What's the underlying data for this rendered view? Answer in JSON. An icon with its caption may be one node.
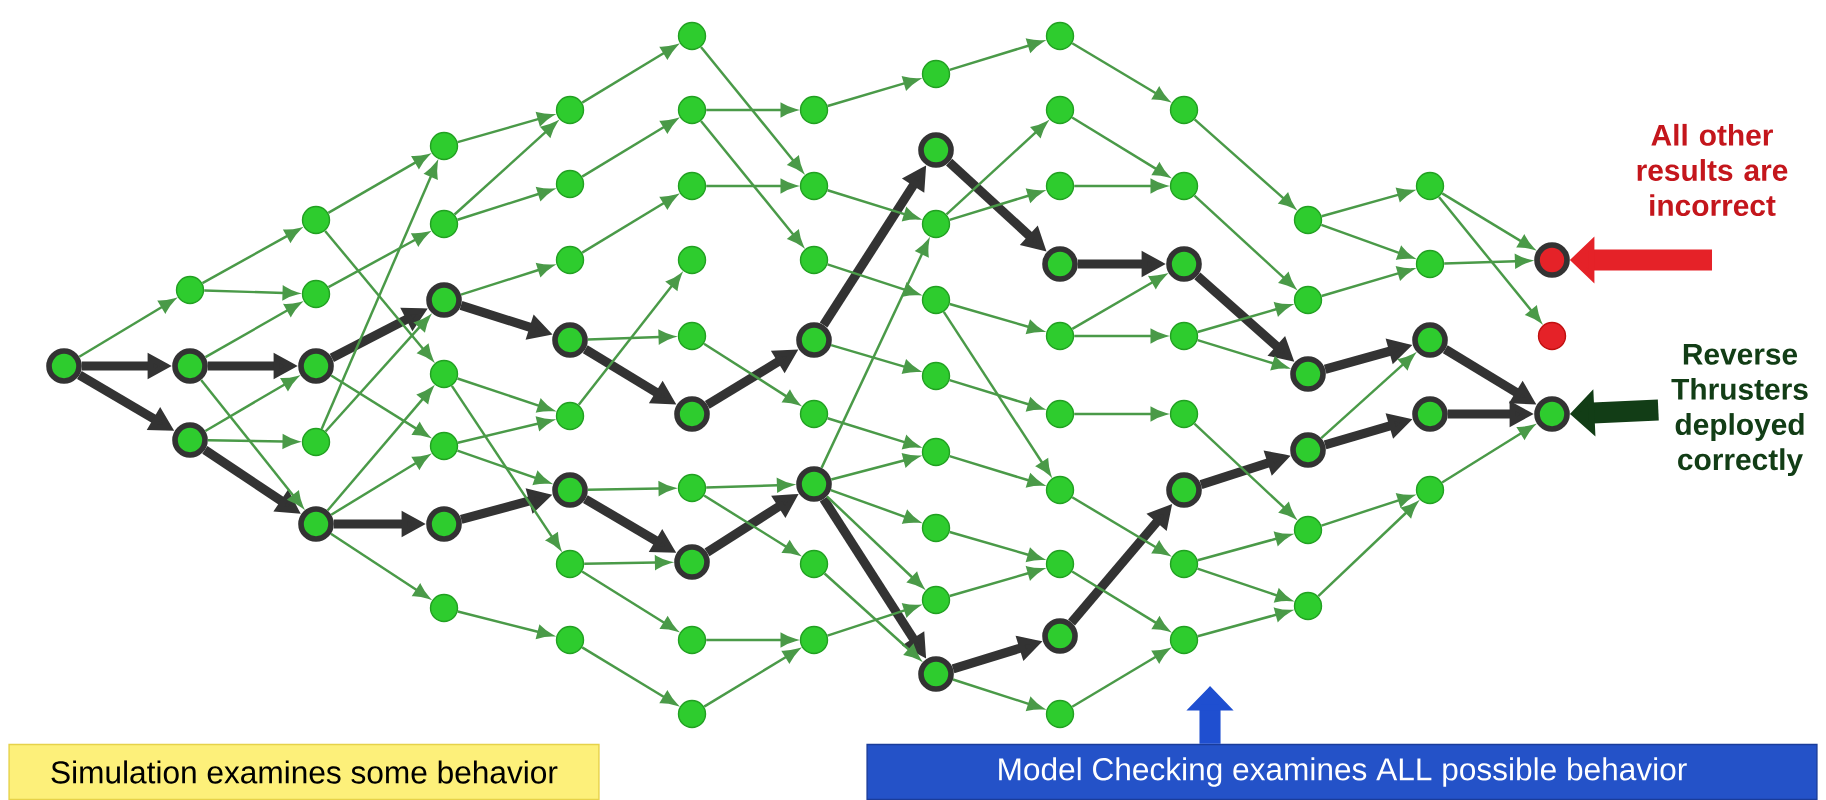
{
  "diagram": {
    "nodes": [
      {
        "text": [],
        "shape": "circle"
      },
      {
        "text": [],
        "shape": "circle"
      },
      {
        "text": [],
        "shape": "circle"
      },
      {
        "text": [],
        "shape": "circle"
      },
      {
        "text": [],
        "shape": "circle"
      },
      {
        "text": [],
        "shape": "circle"
      },
      {
        "text": [],
        "shape": "circle"
      },
      {
        "text": [],
        "shape": "circle"
      },
      {
        "text": [],
        "shape": "circle"
      },
      {
        "text": [],
        "shape": "circle"
      },
      {
        "text": [],
        "shape": "circle"
      },
      {
        "text": [],
        "shape": "circle"
      },
      {
        "text": [],
        "shape": "circle"
      },
      {
        "text": [],
        "shape": "circle"
      },
      {
        "text": [],
        "shape": "circle"
      },
      {
        "text": [],
        "shape": "circle"
      },
      {
        "text": [],
        "shape": "circle"
      },
      {
        "text": [],
        "shape": "circle"
      },
      {
        "text": [],
        "shape": "circle"
      },
      {
        "text": [],
        "shape": "circle"
      },
      {
        "text": [],
        "shape": "circle"
      },
      {
        "text": [],
        "shape": "circle"
      },
      {
        "text": [],
        "shape": "circle"
      },
      {
        "text": [],
        "shape": "circle"
      },
      {
        "text": [],
        "shape": "circle"
      },
      {
        "text": [],
        "shape": "circle"
      },
      {
        "text": [],
        "shape": "circle"
      },
      {
        "text": [],
        "shape": "circle"
      },
      {
        "text": [],
        "shape": "circle"
      },
      {
        "text": [],
        "shape": "circle"
      },
      {
        "text": [],
        "shape": "circle"
      },
      {
        "text": [],
        "shape": "circle"
      },
      {
        "text": [],
        "shape": "circle"
      },
      {
        "text": [],
        "shape": "circle"
      },
      {
        "text": [],
        "shape": "circle"
      },
      {
        "text": [],
        "shape": "circle"
      },
      {
        "text": [],
        "shape": "circle"
      },
      {
        "text": [],
        "shape": "circle"
      },
      {
        "text": [],
        "shape": "circle"
      },
      {
        "text": [],
        "shape": "circle"
      },
      {
        "text": [],
        "shape": "circle"
      },
      {
        "text": [],
        "shape": "circle"
      },
      {
        "text": [],
        "shape": "circle"
      },
      {
        "text": [],
        "shape": "circle"
      },
      {
        "text": [],
        "shape": "circle"
      },
      {
        "text": [],
        "shape": "circle"
      },
      {
        "text": [],
        "shape": "circle"
      },
      {
        "text": [],
        "shape": "circle"
      },
      {
        "text": [],
        "shape": "circle"
      },
      {
        "text": [],
        "shape": "circle"
      },
      {
        "text": [],
        "shape": "circle"
      },
      {
        "text": [],
        "shape": "circle"
      },
      {
        "text": [],
        "shape": "circle"
      },
      {
        "text": [],
        "shape": "circle"
      },
      {
        "text": [],
        "shape": "circle"
      },
      {
        "text": [],
        "shape": "circle"
      },
      {
        "text": [],
        "shape": "circle"
      },
      {
        "text": [],
        "shape": "circle"
      },
      {
        "text": [],
        "shape": "circle"
      },
      {
        "text": [],
        "shape": "circle"
      },
      {
        "text": [],
        "shape": "circle"
      },
      {
        "text": [],
        "shape": "circle"
      },
      {
        "text": [],
        "shape": "circle"
      },
      {
        "text": [],
        "shape": "circle"
      },
      {
        "text": [],
        "shape": "circle"
      },
      {
        "text": [],
        "shape": "circle"
      },
      {
        "text": [],
        "shape": "circle"
      },
      {
        "text": [],
        "shape": "circle"
      },
      {
        "text": [],
        "shape": "circle"
      },
      {
        "text": [],
        "shape": "circle"
      },
      {
        "text": [],
        "shape": "circle"
      },
      {
        "text": [],
        "shape": "circle"
      },
      {
        "text": [],
        "shape": "circle"
      },
      {
        "text": [],
        "shape": "circle"
      },
      {
        "text": [],
        "shape": "circle"
      },
      {
        "text": [],
        "shape": "circle"
      },
      {
        "text": [],
        "shape": "circle"
      },
      {
        "text": [],
        "shape": "circle"
      },
      {
        "text": [],
        "shape": "circle"
      },
      {
        "text": [],
        "shape": "circle"
      },
      {
        "text": [],
        "shape": "circle"
      },
      {
        "text": [],
        "shape": "circle"
      },
      {
        "text": [],
        "shape": "circle"
      },
      {
        "text": [
          "All other results are incorrect"
        ]
      },
      {
        "text": [
          "Reverse Thrusters deployed correctly"
        ]
      },
      {
        "text": [
          "Simulation examines some behavior"
        ]
      },
      {
        "text": [
          "Model Checking examines ALL possible behavior"
        ]
      }
    ],
    "edges": [
      {
        "from": 0,
        "to": 2,
        "arrow": "to",
        "style": "thick",
        "color": "#333333"
      },
      {
        "from": 2,
        "to": 6,
        "arrow": "to",
        "style": "thick",
        "color": "#333333"
      },
      {
        "from": 6,
        "to": 11,
        "arrow": "to",
        "style": "thick",
        "color": "#333333"
      },
      {
        "from": 11,
        "to": 19,
        "arrow": "to",
        "style": "thick",
        "color": "#333333"
      },
      {
        "from": 19,
        "to": 29,
        "arrow": "to",
        "style": "thick",
        "color": "#333333"
      },
      {
        "from": 29,
        "to": 37,
        "arrow": "to",
        "style": "thick",
        "color": "#333333"
      },
      {
        "from": 37,
        "to": 43,
        "arrow": "to",
        "style": "thick",
        "color": "#333333"
      },
      {
        "from": 43,
        "to": 54,
        "arrow": "to",
        "style": "thick",
        "color": "#333333"
      },
      {
        "from": 54,
        "to": 63,
        "arrow": "to",
        "style": "thick",
        "color": "#333333"
      },
      {
        "from": 63,
        "to": 71,
        "arrow": "to",
        "style": "thick",
        "color": "#333333"
      },
      {
        "from": 71,
        "to": 77,
        "arrow": "to",
        "style": "thick",
        "color": "#333333"
      },
      {
        "from": 77,
        "to": 82,
        "arrow": "to",
        "style": "thick",
        "color": "#333333"
      },
      {
        "from": 0,
        "to": 3,
        "arrow": "to",
        "style": "thick",
        "color": "#333333"
      },
      {
        "from": 3,
        "to": 8,
        "arrow": "to",
        "style": "thick",
        "color": "#333333"
      },
      {
        "from": 8,
        "to": 14,
        "arrow": "to",
        "style": "thick",
        "color": "#333333"
      },
      {
        "from": 14,
        "to": 21,
        "arrow": "to",
        "style": "thick",
        "color": "#333333"
      },
      {
        "from": 21,
        "to": 31,
        "arrow": "to",
        "style": "thick",
        "color": "#333333"
      },
      {
        "from": 31,
        "to": 39,
        "arrow": "to",
        "style": "thick",
        "color": "#333333"
      },
      {
        "from": 39,
        "to": 50,
        "arrow": "to",
        "style": "thick",
        "color": "#333333"
      },
      {
        "from": 50,
        "to": 59,
        "arrow": "to",
        "style": "thick",
        "color": "#333333"
      },
      {
        "from": 59,
        "to": 66,
        "arrow": "to",
        "style": "thick",
        "color": "#333333"
      },
      {
        "from": 66,
        "to": 72,
        "arrow": "to",
        "style": "thick",
        "color": "#333333"
      },
      {
        "from": 72,
        "to": 78,
        "arrow": "to",
        "style": "thick",
        "color": "#333333"
      },
      {
        "from": 78,
        "to": 82,
        "arrow": "to",
        "style": "thick",
        "color": "#333333"
      },
      {
        "from": 0,
        "to": 1,
        "arrow": "to"
      },
      {
        "from": 1,
        "to": 4,
        "arrow": "to"
      },
      {
        "from": 1,
        "to": 5,
        "arrow": "to"
      },
      {
        "from": 2,
        "to": 5,
        "arrow": "to"
      },
      {
        "from": 2,
        "to": 8,
        "arrow": "to"
      },
      {
        "from": 3,
        "to": 6,
        "arrow": "to"
      },
      {
        "from": 3,
        "to": 7,
        "arrow": "to"
      },
      {
        "from": 4,
        "to": 9,
        "arrow": "to"
      },
      {
        "from": 4,
        "to": 12,
        "arrow": "to"
      },
      {
        "from": 5,
        "to": 10,
        "arrow": "to"
      },
      {
        "from": 6,
        "to": 13,
        "arrow": "to"
      },
      {
        "from": 7,
        "to": 9,
        "arrow": "to"
      },
      {
        "from": 7,
        "to": 11,
        "arrow": "to"
      },
      {
        "from": 8,
        "to": 12,
        "arrow": "to"
      },
      {
        "from": 8,
        "to": 13,
        "arrow": "to"
      },
      {
        "from": 8,
        "to": 15,
        "arrow": "to"
      },
      {
        "from": 9,
        "to": 16,
        "arrow": "to"
      },
      {
        "from": 10,
        "to": 16,
        "arrow": "to"
      },
      {
        "from": 10,
        "to": 17,
        "arrow": "to"
      },
      {
        "from": 11,
        "to": 18,
        "arrow": "to"
      },
      {
        "from": 12,
        "to": 20,
        "arrow": "to"
      },
      {
        "from": 12,
        "to": 22,
        "arrow": "to"
      },
      {
        "from": 13,
        "to": 20,
        "arrow": "to"
      },
      {
        "from": 13,
        "to": 21,
        "arrow": "to"
      },
      {
        "from": 15,
        "to": 23,
        "arrow": "to"
      },
      {
        "from": 16,
        "to": 24,
        "arrow": "to"
      },
      {
        "from": 17,
        "to": 25,
        "arrow": "to"
      },
      {
        "from": 18,
        "to": 26,
        "arrow": "to"
      },
      {
        "from": 19,
        "to": 28,
        "arrow": "to"
      },
      {
        "from": 20,
        "to": 27,
        "arrow": "to"
      },
      {
        "from": 21,
        "to": 30,
        "arrow": "to"
      },
      {
        "from": 22,
        "to": 31,
        "arrow": "to"
      },
      {
        "from": 22,
        "to": 32,
        "arrow": "to"
      },
      {
        "from": 23,
        "to": 33,
        "arrow": "to"
      },
      {
        "from": 24,
        "to": 35,
        "arrow": "to"
      },
      {
        "from": 25,
        "to": 34,
        "arrow": "to"
      },
      {
        "from": 25,
        "to": 36,
        "arrow": "to"
      },
      {
        "from": 26,
        "to": 35,
        "arrow": "to"
      },
      {
        "from": 28,
        "to": 38,
        "arrow": "to"
      },
      {
        "from": 30,
        "to": 39,
        "arrow": "to"
      },
      {
        "from": 30,
        "to": 40,
        "arrow": "to"
      },
      {
        "from": 32,
        "to": 41,
        "arrow": "to"
      },
      {
        "from": 33,
        "to": 41,
        "arrow": "to"
      },
      {
        "from": 34,
        "to": 42,
        "arrow": "to"
      },
      {
        "from": 35,
        "to": 44,
        "arrow": "to"
      },
      {
        "from": 36,
        "to": 45,
        "arrow": "to"
      },
      {
        "from": 37,
        "to": 46,
        "arrow": "to"
      },
      {
        "from": 38,
        "to": 47,
        "arrow": "to"
      },
      {
        "from": 39,
        "to": 44,
        "arrow": "to"
      },
      {
        "from": 39,
        "to": 47,
        "arrow": "to"
      },
      {
        "from": 39,
        "to": 48,
        "arrow": "to"
      },
      {
        "from": 39,
        "to": 49,
        "arrow": "to"
      },
      {
        "from": 40,
        "to": 50,
        "arrow": "to"
      },
      {
        "from": 41,
        "to": 49,
        "arrow": "to"
      },
      {
        "from": 42,
        "to": 51,
        "arrow": "to"
      },
      {
        "from": 44,
        "to": 52,
        "arrow": "to"
      },
      {
        "from": 44,
        "to": 53,
        "arrow": "to"
      },
      {
        "from": 45,
        "to": 55,
        "arrow": "to"
      },
      {
        "from": 45,
        "to": 57,
        "arrow": "to"
      },
      {
        "from": 46,
        "to": 56,
        "arrow": "to"
      },
      {
        "from": 47,
        "to": 57,
        "arrow": "to"
      },
      {
        "from": 48,
        "to": 58,
        "arrow": "to"
      },
      {
        "from": 49,
        "to": 58,
        "arrow": "to"
      },
      {
        "from": 50,
        "to": 60,
        "arrow": "to"
      },
      {
        "from": 51,
        "to": 61,
        "arrow": "to"
      },
      {
        "from": 52,
        "to": 62,
        "arrow": "to"
      },
      {
        "from": 53,
        "to": 62,
        "arrow": "to"
      },
      {
        "from": 55,
        "to": 63,
        "arrow": "to"
      },
      {
        "from": 55,
        "to": 64,
        "arrow": "to"
      },
      {
        "from": 56,
        "to": 65,
        "arrow": "to"
      },
      {
        "from": 57,
        "to": 67,
        "arrow": "to"
      },
      {
        "from": 58,
        "to": 68,
        "arrow": "to"
      },
      {
        "from": 60,
        "to": 68,
        "arrow": "to"
      },
      {
        "from": 61,
        "to": 69,
        "arrow": "to"
      },
      {
        "from": 62,
        "to": 70,
        "arrow": "to"
      },
      {
        "from": 64,
        "to": 70,
        "arrow": "to"
      },
      {
        "from": 64,
        "to": 71,
        "arrow": "to"
      },
      {
        "from": 65,
        "to": 73,
        "arrow": "to"
      },
      {
        "from": 67,
        "to": 73,
        "arrow": "to"
      },
      {
        "from": 67,
        "to": 74,
        "arrow": "to"
      },
      {
        "from": 68,
        "to": 74,
        "arrow": "to"
      },
      {
        "from": 69,
        "to": 75,
        "arrow": "to"
      },
      {
        "from": 69,
        "to": 76,
        "arrow": "to"
      },
      {
        "from": 70,
        "to": 76,
        "arrow": "to"
      },
      {
        "from": 72,
        "to": 77,
        "arrow": "to"
      },
      {
        "from": 73,
        "to": 79,
        "arrow": "to"
      },
      {
        "from": 74,
        "to": 79,
        "arrow": "to"
      },
      {
        "from": 75,
        "to": 80,
        "arrow": "to"
      },
      {
        "from": 75,
        "to": 81,
        "arrow": "to"
      },
      {
        "from": 76,
        "to": 80,
        "arrow": "to"
      },
      {
        "from": 79,
        "to": 82,
        "arrow": "to"
      },
      {
        "from": 83,
        "to": 80,
        "arrow": "to",
        "style": "thick",
        "color": "#e52228"
      },
      {
        "from": 84,
        "to": 82,
        "arrow": "to",
        "style": "thick",
        "color": "#123d16"
      },
      {
        "from": 86,
        "to": null,
        "arrow": "to",
        "style": "thick",
        "color": "#1f4fd0"
      }
    ]
  }
}
